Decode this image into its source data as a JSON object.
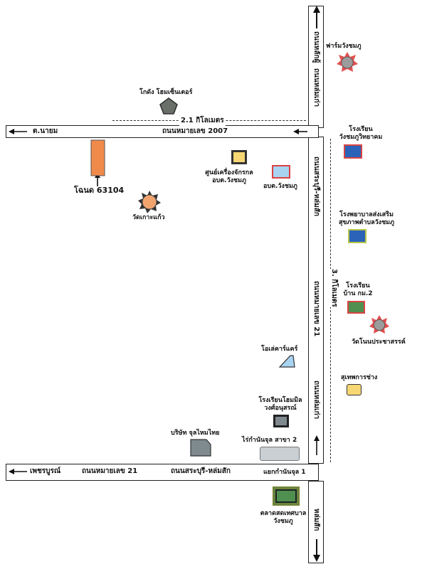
{
  "roads": {
    "road_top": "ถนนหมายเลข 2007",
    "road_bottom": "ถนนหมายเลข 21",
    "road_bottom_name": "ถนนสระบุรี-หล่มสัก",
    "dest_west_top": "ต.นายม",
    "dest_west_bottom": "เพชรบูรณ์",
    "vertical_north": "ถนนหลักผู้",
    "vertical_mid1": "ถนนสระบุรี-หล่มสัก",
    "vertical_mid2": "ถนนหมายเลข 21",
    "vertical_south": "หล่มสัก",
    "vertical_lower": "ถนนหล่มเก่า",
    "junction": "แยกกำนันจุล 1"
  },
  "distances": {
    "top": "2.1 กิโลเมตร",
    "right": "3. กิโลเมตร"
  },
  "landmarks": {
    "farm": "ฟาร์มวังชมภู",
    "warehouse": "โกดัง โฮมเซ็นเตอร์",
    "school_wangchomphu": "โรงเรียน\nวังชมภูวิทยาคม",
    "machinery_center": "ศูนย์เครื่องจักรกล\nอบต.วังชมภู",
    "obt": "อบต.วังชมภู",
    "deed": "โฉนด 63104",
    "wat_kokaew": "วัดเกาะแก้ว",
    "hospital": "โรงพยาบาลส่งเสริม\nสุขภาพตำบลวังชมภู",
    "school_km2": "โรงเรียน\nบ้าน กม.2",
    "wat_nonprachasan": "วัดโนนประชาสรรค์",
    "auto_care": "โอเล่คาร์แคร์",
    "suphet_shop": "สุเทพการช่าง",
    "mobile_school": "โรงเรียนโฮมมิล\nวงศ์อนุสรณ์",
    "jumai_company": "บริษัท จุลไหมไทย",
    "rai_kamnanjul": "ไร่กำนันจุล สาขา 2",
    "market": "ตลาดสดเทศบาล\nวังชมภู"
  },
  "colors": {
    "deed_fill": "#f08a4b",
    "wat_fill": "#f2a46e",
    "star_gray": "#9c9c9c",
    "star_outline": "#e05050",
    "blue_fill": "#2b63b8",
    "red_outline": "#d94343",
    "lightblue_fill": "#a8d4f2",
    "green_fill": "#4f8f4f",
    "yellow_fill": "#f7d774",
    "gray_fill": "#7f8a8f",
    "lightgray_fill": "#c9cfd3"
  }
}
